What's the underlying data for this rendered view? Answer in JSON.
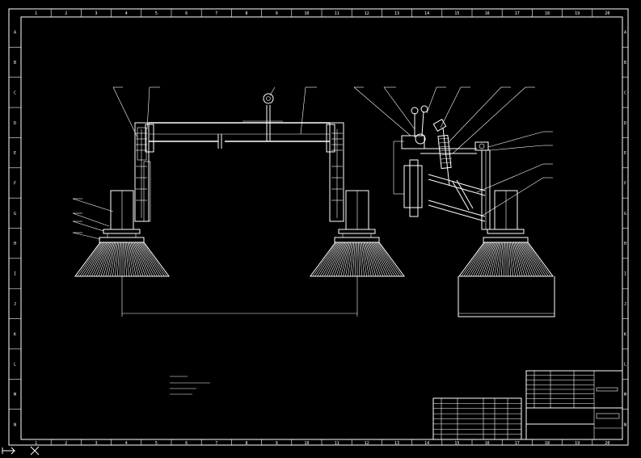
{
  "frame": {
    "column_labels": [
      "1",
      "2",
      "3",
      "4",
      "5",
      "6",
      "7",
      "8",
      "9",
      "10",
      "11",
      "12",
      "13",
      "14",
      "15",
      "16",
      "17",
      "18",
      "19",
      "20"
    ],
    "row_labels": [
      "A",
      "B",
      "C",
      "D",
      "E",
      "F",
      "G",
      "H",
      "I",
      "J",
      "K",
      "L",
      "M",
      "N"
    ],
    "bottom_column_labels": [
      "1",
      "2",
      "3",
      "4",
      "5",
      "6",
      "7",
      "8",
      "9",
      "10",
      "11",
      "12",
      "13",
      "14",
      "15",
      "16",
      "17",
      "18",
      "19",
      "20"
    ]
  },
  "colors": {
    "background": "#000000",
    "lines": "#ffffff"
  },
  "icons": [
    "view-direction-arrow-icon",
    "cross-mark-icon"
  ]
}
